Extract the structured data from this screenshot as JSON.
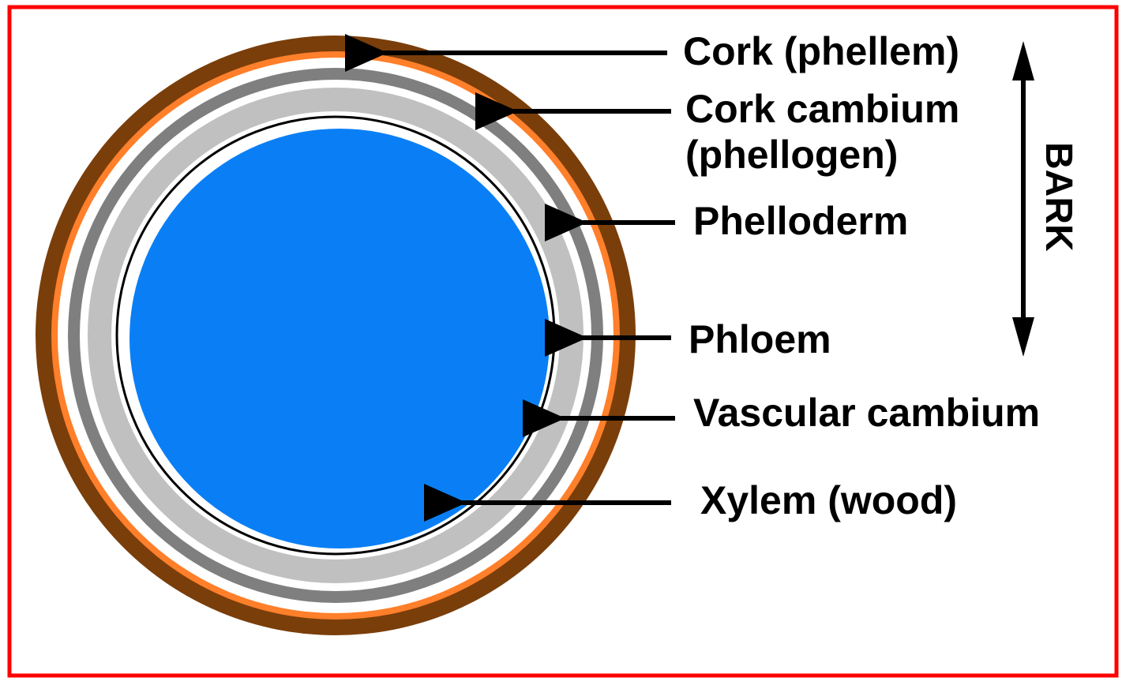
{
  "labels": {
    "cork": "Cork (phellem)",
    "cork_cambium_line1": "Cork cambium",
    "cork_cambium_line2": "(phellogen)",
    "phelloderm": "Phelloderm",
    "phloem": "Phloem",
    "vascular_cambium": "Vascular cambium",
    "xylem": "Xylem (wood)",
    "bark": "BARK"
  },
  "colors": {
    "frame": "#ff0000",
    "cork": "#7a3e0a",
    "cork_cambium": "#ff7f2a",
    "phelloderm": "#7f7f7f",
    "phloem": "#c0c0c0",
    "vascular_cambium": "#000000",
    "xylem": "#0a7ff5",
    "arrows": "#000000"
  }
}
